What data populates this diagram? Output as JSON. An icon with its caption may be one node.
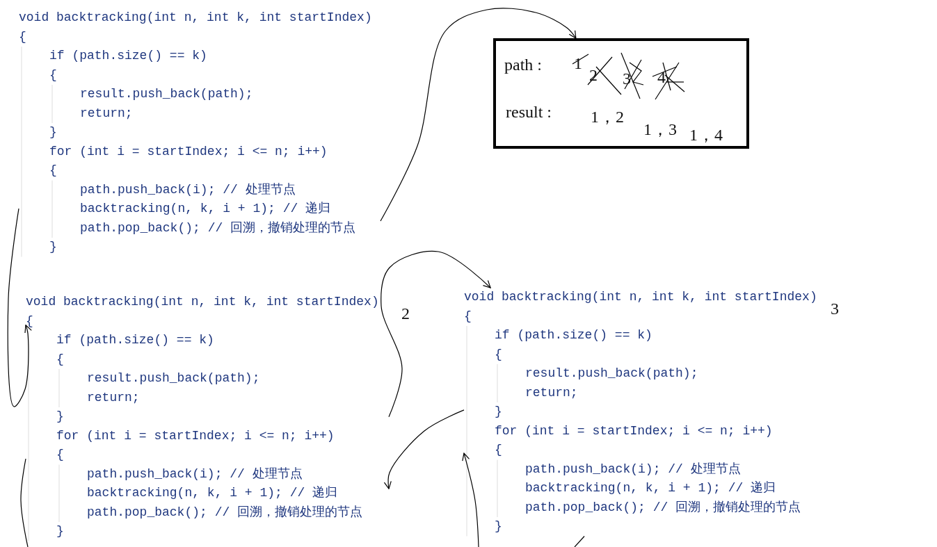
{
  "diagram": {
    "nodes": [
      {
        "text": [
          "void backtracking(int n, int k, int startIndex)",
          "{",
          "if (path.size() == k)",
          "{",
          "result.push_back(path);",
          "return;",
          "}",
          "for (int i = startIndex; i <= n; i++)",
          "{",
          "path.push_back(i); // 处理节点",
          "backtracking(n, k, i + 1); // 递归",
          "path.pop_back(); // 回溯，撤销处理的节点",
          "}"
        ]
      },
      {
        "text": [
          "path :",
          "1",
          "2",
          "3",
          "4",
          "result :",
          "1，2",
          "1，3",
          "1，4"
        ]
      },
      {
        "text": [
          "void backtracking(int n, int k, int startIndex)",
          "{",
          "if (path.size() == k)",
          "{",
          "result.push_back(path);",
          "return;",
          "}",
          "for (int i = startIndex; i <= n; i++)",
          "{",
          "path.push_back(i); // 处理节点",
          "backtracking(n, k, i + 1); // 递归",
          "path.pop_back(); // 回溯，撤销处理的节点",
          "}"
        ],
        "beside": [
          "2"
        ]
      },
      {
        "text": [
          "void backtracking(int n, int k, int startIndex)",
          "{",
          "if (path.size() == k)",
          "{",
          "result.push_back(path);",
          "return;",
          "}",
          "for (int i = startIndex; i <= n; i++)",
          "{",
          "path.push_back(i); // 处理节点",
          "backtracking(n, k, i + 1); // 递归",
          "path.pop_back(); // 回溯，撤销处理的节点",
          "}"
        ],
        "beside": [
          "3"
        ]
      }
    ],
    "edges": [
      {
        "from": 0,
        "to": 1,
        "arrow": "to"
      },
      {
        "from": 0,
        "to": 2,
        "arrow": "to"
      },
      {
        "from": 2,
        "to": 3,
        "arrow": "to"
      },
      {
        "from": 3,
        "to": 2,
        "arrow": "to"
      },
      {
        "from": null,
        "to": 3,
        "arrow": "to"
      },
      {
        "from": 3,
        "to": null,
        "arrow": "none"
      },
      {
        "from": 2,
        "to": null,
        "arrow": "none"
      }
    ]
  }
}
